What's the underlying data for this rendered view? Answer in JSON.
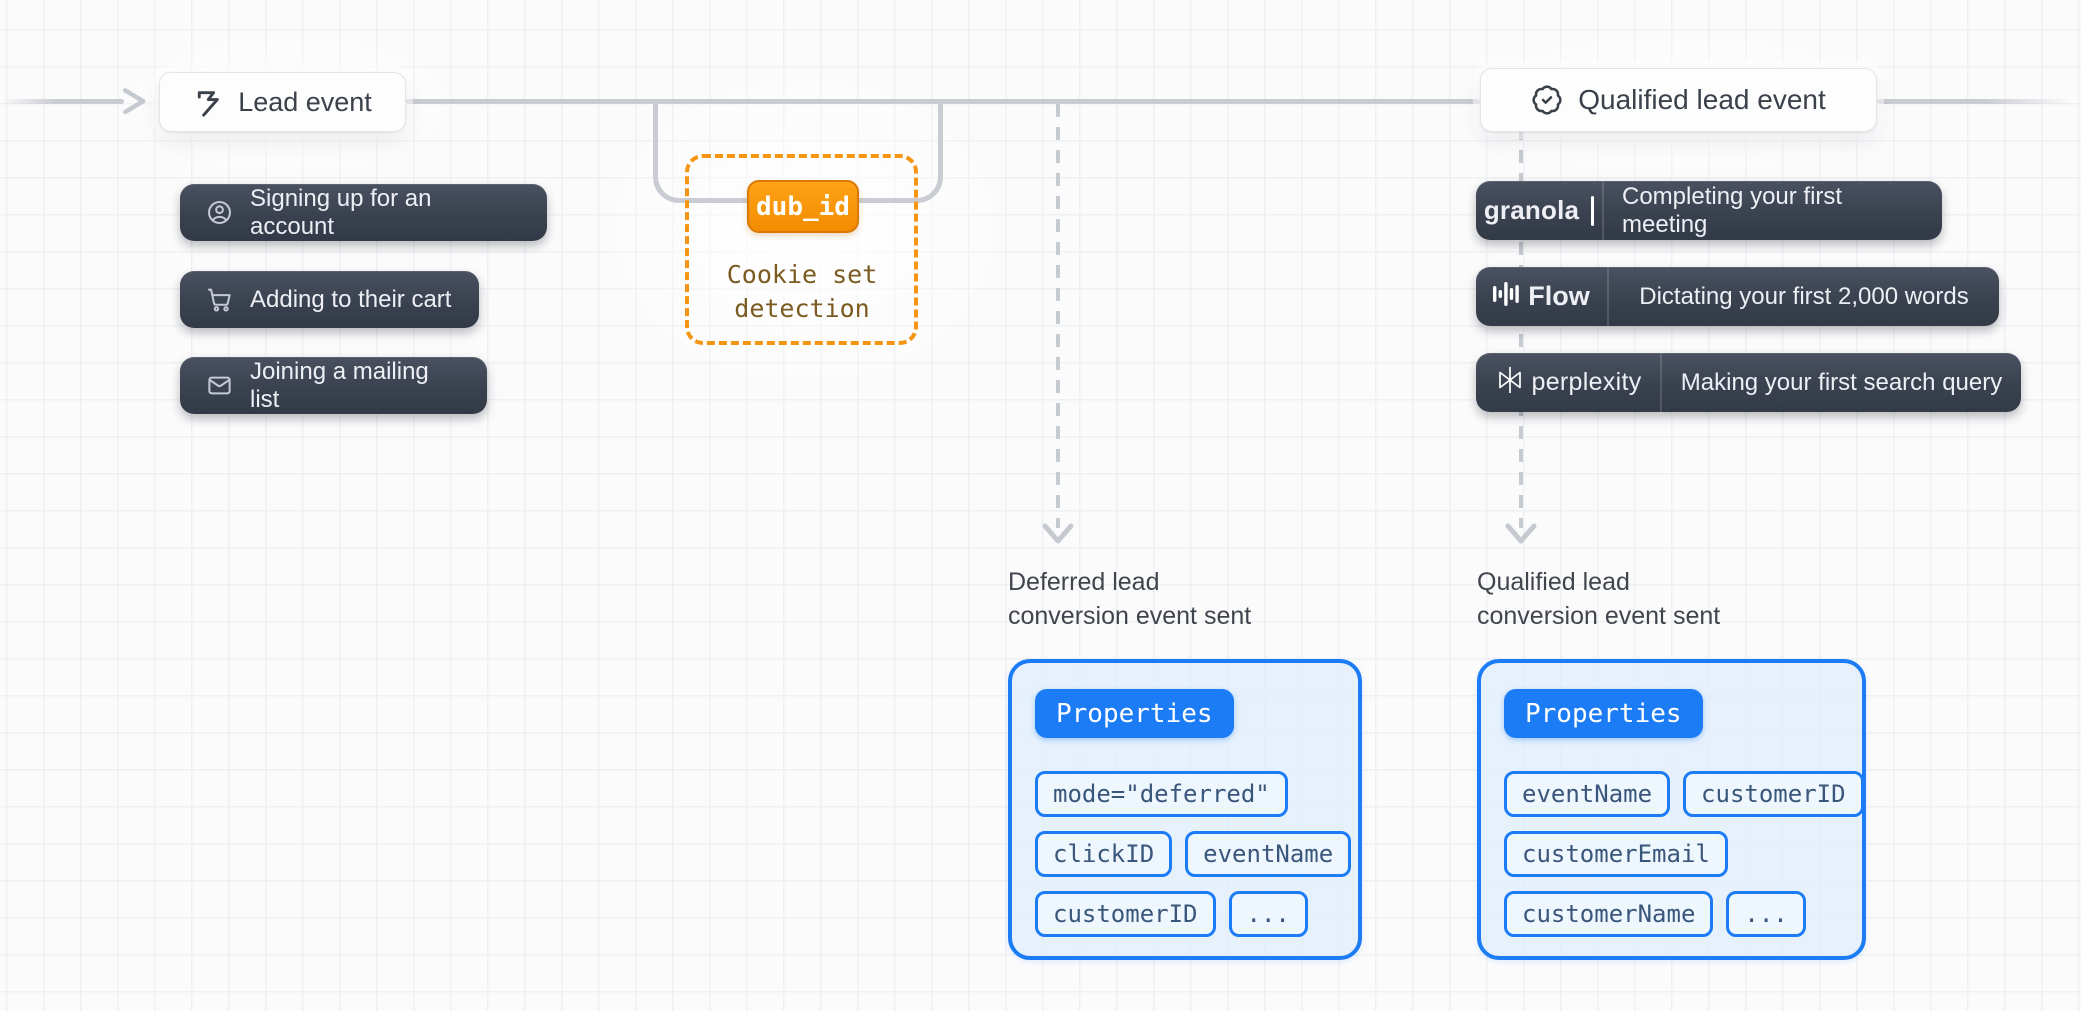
{
  "diagram": {
    "lead_node": {
      "label": "Lead event",
      "icon": "cursor-flag-icon"
    },
    "qualified_node": {
      "label": "Qualified lead event",
      "icon": "badge-check-icon"
    },
    "left_pills": [
      {
        "icon": "user-circle-icon",
        "label": "Signing up for an account"
      },
      {
        "icon": "shopping-cart-icon",
        "label": "Adding to their cart"
      },
      {
        "icon": "envelope-icon",
        "label": "Joining a mailing list"
      }
    ],
    "cookie_node": {
      "badge": "dub_id",
      "caption": "Cookie set detection"
    },
    "right_pills": [
      {
        "brand": "granola",
        "label": "Completing your first meeting"
      },
      {
        "brand": "Flow",
        "label": "Dictating your first 2,000 words"
      },
      {
        "brand": "perplexity",
        "label": "Making your first search query"
      }
    ],
    "deferred_branch": {
      "caption": "Deferred lead\nconversion event sent",
      "properties_label": "Properties",
      "pills": [
        "mode=\"deferred\"",
        "clickID",
        "eventName",
        "customerID",
        "..."
      ]
    },
    "qualified_branch": {
      "caption": "Qualified lead\nconversion event sent",
      "properties_label": "Properties",
      "pills": [
        "eventName",
        "customerID",
        "customerEmail",
        "customerName",
        "..."
      ]
    },
    "colors": {
      "accent_blue": "#1B7CF5",
      "accent_orange": "#F59514",
      "node_dark": "#3A4250",
      "connector_gray": "#C9CCD2"
    }
  }
}
